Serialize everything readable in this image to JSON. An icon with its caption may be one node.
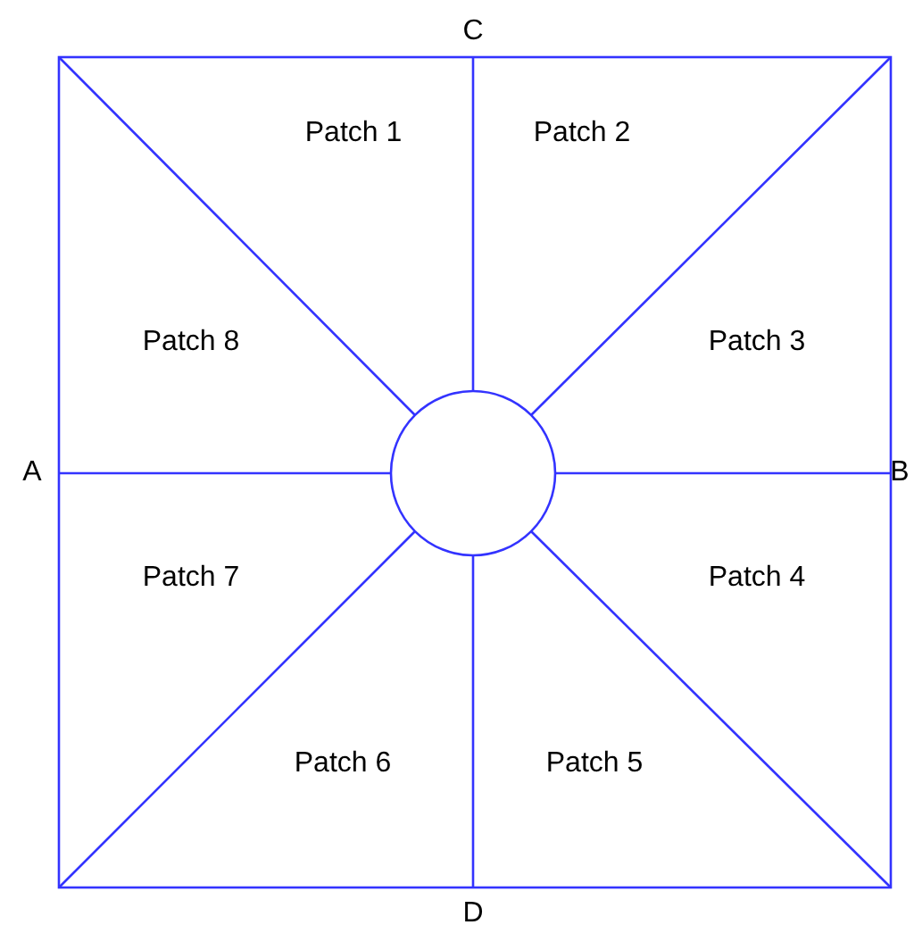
{
  "diagram": {
    "labels": [
      "C",
      "Patch 1",
      "Patch 2",
      "Patch 8",
      "Patch 3",
      "A",
      "B",
      "Patch 7",
      "Patch 4",
      "Patch 6",
      "Patch 5",
      "D"
    ]
  }
}
